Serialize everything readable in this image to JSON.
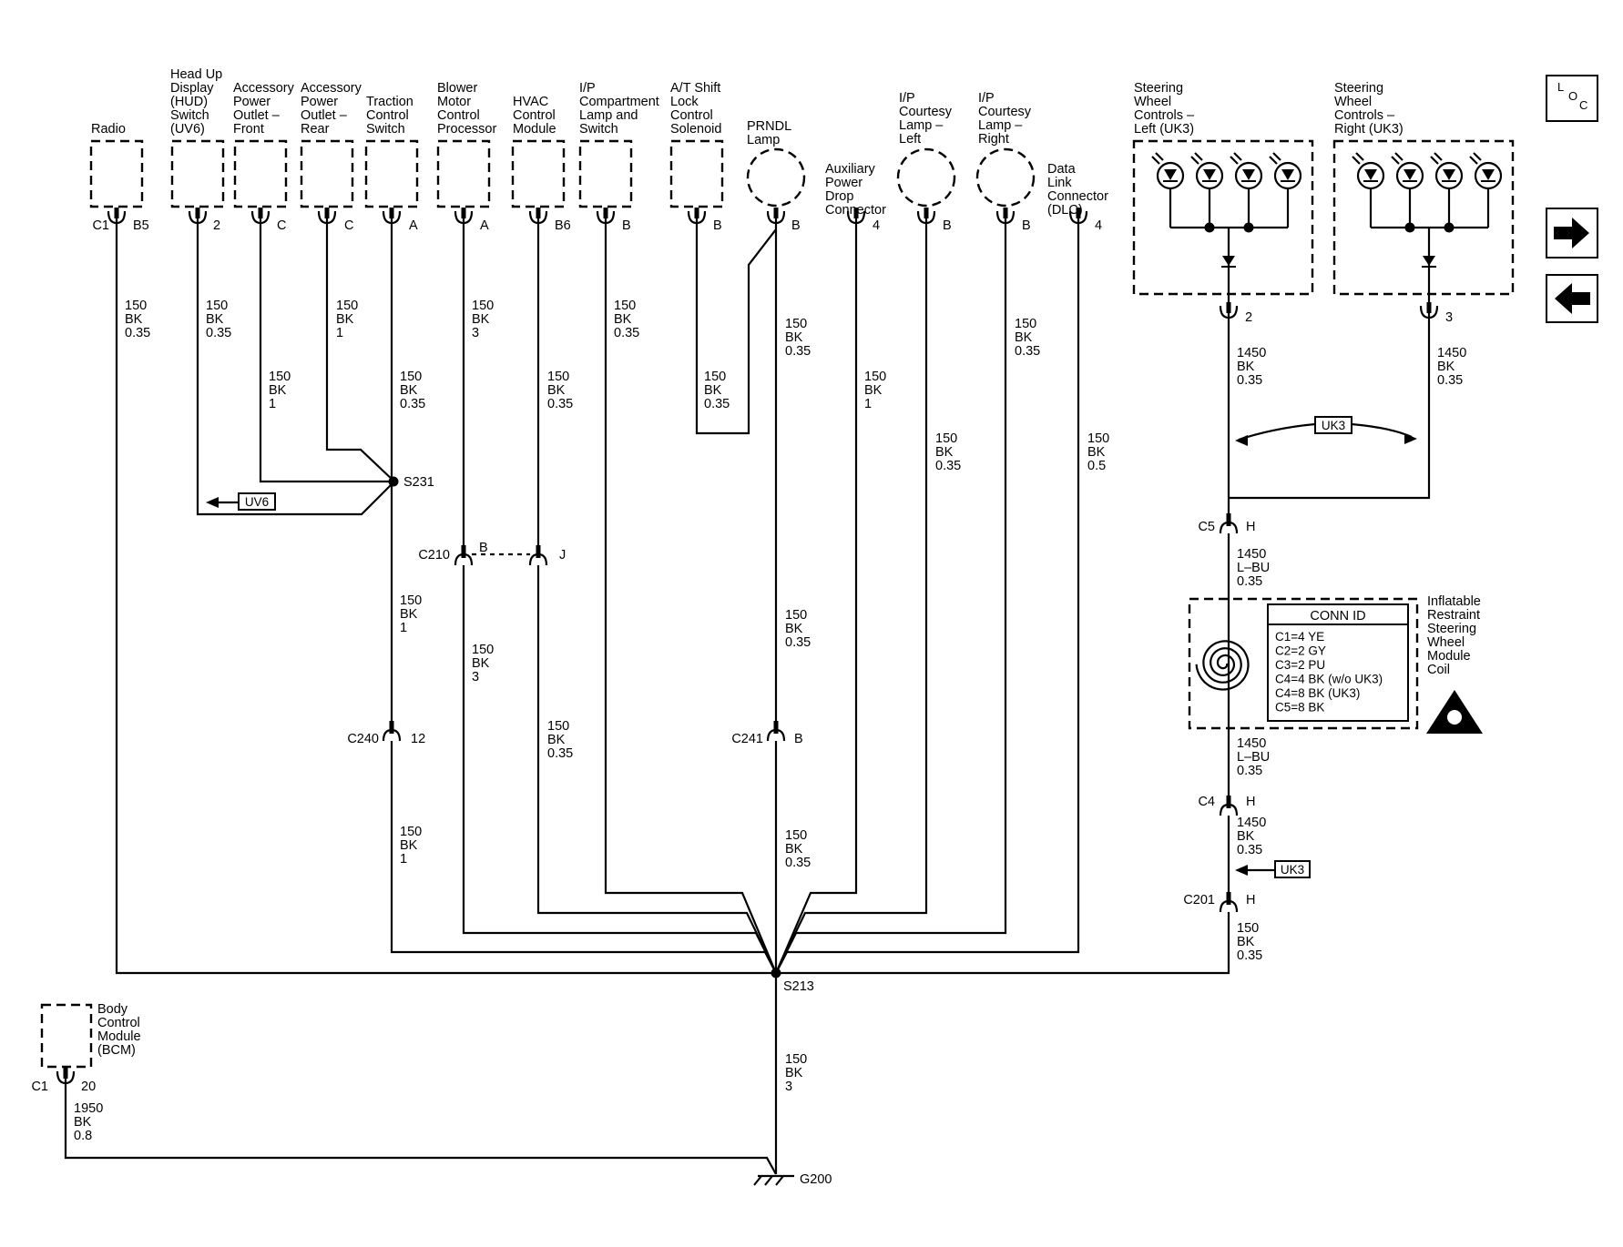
{
  "components": {
    "radio": [
      "Radio"
    ],
    "hud": [
      "Head Up",
      "Display",
      "(HUD)",
      "Switch",
      "(UV6)"
    ],
    "apo_front": [
      "Accessory",
      "Power",
      "Outlet –",
      "Front"
    ],
    "apo_rear": [
      "Accessory",
      "Power",
      "Outlet –",
      "Rear"
    ],
    "traction": [
      "Traction",
      "Control",
      "Switch"
    ],
    "blower": [
      "Blower",
      "Motor",
      "Control",
      "Processor"
    ],
    "hvac": [
      "HVAC",
      "Control",
      "Module"
    ],
    "ip_comp": [
      "I/P",
      "Compartment",
      "Lamp and",
      "Switch"
    ],
    "shift_lock": [
      "A/T Shift",
      "Lock",
      "Control",
      "Solenoid"
    ],
    "prndl": [
      "PRNDL",
      "Lamp"
    ],
    "aux_power": [
      "Auxiliary",
      "Power",
      "Drop",
      "Connector"
    ],
    "court_left": [
      "I/P",
      "Courtesy",
      "Lamp –",
      "Left"
    ],
    "court_right": [
      "I/P",
      "Courtesy",
      "Lamp –",
      "Right"
    ],
    "dlc": [
      "Data",
      "Link",
      "Connector",
      "(DLC)"
    ],
    "sw_left": [
      "Steering",
      "Wheel",
      "Controls –",
      "Left (UK3)"
    ],
    "sw_right": [
      "Steering",
      "Wheel",
      "Controls –",
      "Right (UK3)"
    ],
    "bcm": [
      "Body",
      "Control",
      "Module",
      "(BCM)"
    ],
    "coil": [
      "Inflatable",
      "Restraint",
      "Steering",
      "Wheel",
      "Module",
      "Coil"
    ]
  },
  "pins": {
    "radio_conn": "C1",
    "radio_pin": "B5",
    "hud": "2",
    "apo_front": "C",
    "apo_rear": "C",
    "traction": "A",
    "blower": "A",
    "hvac": "B6",
    "ip_comp": "B",
    "shift_lock": "B",
    "prndl": "B",
    "aux_power": "4",
    "court_left": "B",
    "court_right": "B",
    "dlc": "4",
    "sw_left": "2",
    "sw_right": "3",
    "bcm_conn": "C1",
    "bcm_pin": "20"
  },
  "wires": {
    "radio": [
      "150",
      "BK",
      "0.35"
    ],
    "hud": [
      "150",
      "BK",
      "0.35"
    ],
    "apo_front": [
      "150",
      "BK",
      "1"
    ],
    "apo_rear": [
      "150",
      "BK",
      "1"
    ],
    "traction_upper": [
      "150",
      "BK",
      "0.35"
    ],
    "traction_mid": [
      "150",
      "BK",
      "1"
    ],
    "traction_lower": [
      "150",
      "BK",
      "1"
    ],
    "blower": [
      "150",
      "BK",
      "3"
    ],
    "blower_lower": [
      "150",
      "BK",
      "3"
    ],
    "hvac": [
      "150",
      "BK",
      "0.35"
    ],
    "hvac_lower": [
      "150",
      "BK",
      "0.35"
    ],
    "ip_comp": [
      "150",
      "BK",
      "0.35"
    ],
    "shift_lock": [
      "150",
      "BK",
      "0.35"
    ],
    "prndl_upper": [
      "150",
      "BK",
      "0.35"
    ],
    "prndl_mid": [
      "150",
      "BK",
      "0.35"
    ],
    "prndl_lower": [
      "150",
      "BK",
      "0.35"
    ],
    "aux_power": [
      "150",
      "BK",
      "1"
    ],
    "court_left": [
      "150",
      "BK",
      "0.35"
    ],
    "court_right": [
      "150",
      "BK",
      "0.35"
    ],
    "dlc": [
      "150",
      "BK",
      "0.5"
    ],
    "sw_left": [
      "1450",
      "BK",
      "0.35"
    ],
    "sw_right": [
      "1450",
      "BK",
      "0.35"
    ],
    "coil_top": [
      "1450",
      "L–BU",
      "0.35"
    ],
    "coil_bottom": [
      "1450",
      "L–BU",
      "0.35"
    ],
    "c4_c201": [
      "1450",
      "BK",
      "0.35"
    ],
    "c201_splice": [
      "150",
      "BK",
      "0.35"
    ],
    "ground": [
      "150",
      "BK",
      "3"
    ],
    "bcm": [
      "1950",
      "BK",
      "0.8"
    ]
  },
  "splices": {
    "s231": "S231",
    "s213": "S213"
  },
  "connectors": {
    "c210": "C210",
    "c210_b": "B",
    "c210_j": "J",
    "c240": "C240",
    "c240_pin": "12",
    "c241": "C241",
    "c241_pin": "B",
    "c5": "C5",
    "c5_pin": "H",
    "c4": "C4",
    "c4_pin": "H",
    "c201": "C201",
    "c201_pin": "H"
  },
  "ground": "G200",
  "options": {
    "uv6": "UV6",
    "uk3_top": "UK3",
    "uk3_bottom": "UK3"
  },
  "conn_id": {
    "title": "CONN ID",
    "rows": [
      "C1=4 YE",
      "C2=2 GY",
      "C3=2 PU",
      "C4=4 BK (w/o UK3)",
      "C4=8 BK (UK3)",
      "C5=8 BK"
    ]
  },
  "loc": {
    "l": "L",
    "o": "O",
    "c": "C"
  },
  "nav": {
    "next_icon": "arrow-right-icon",
    "prev_icon": "arrow-left-icon"
  }
}
